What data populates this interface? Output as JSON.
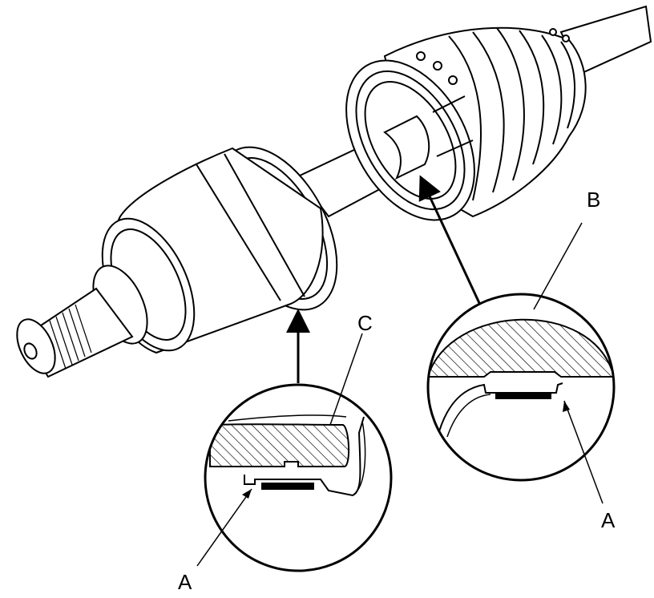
{
  "labels": {
    "a_left": "A",
    "a_right": "A",
    "b": "B",
    "c": "C"
  },
  "colors": {
    "ink": "#000000",
    "paper": "#ffffff"
  }
}
